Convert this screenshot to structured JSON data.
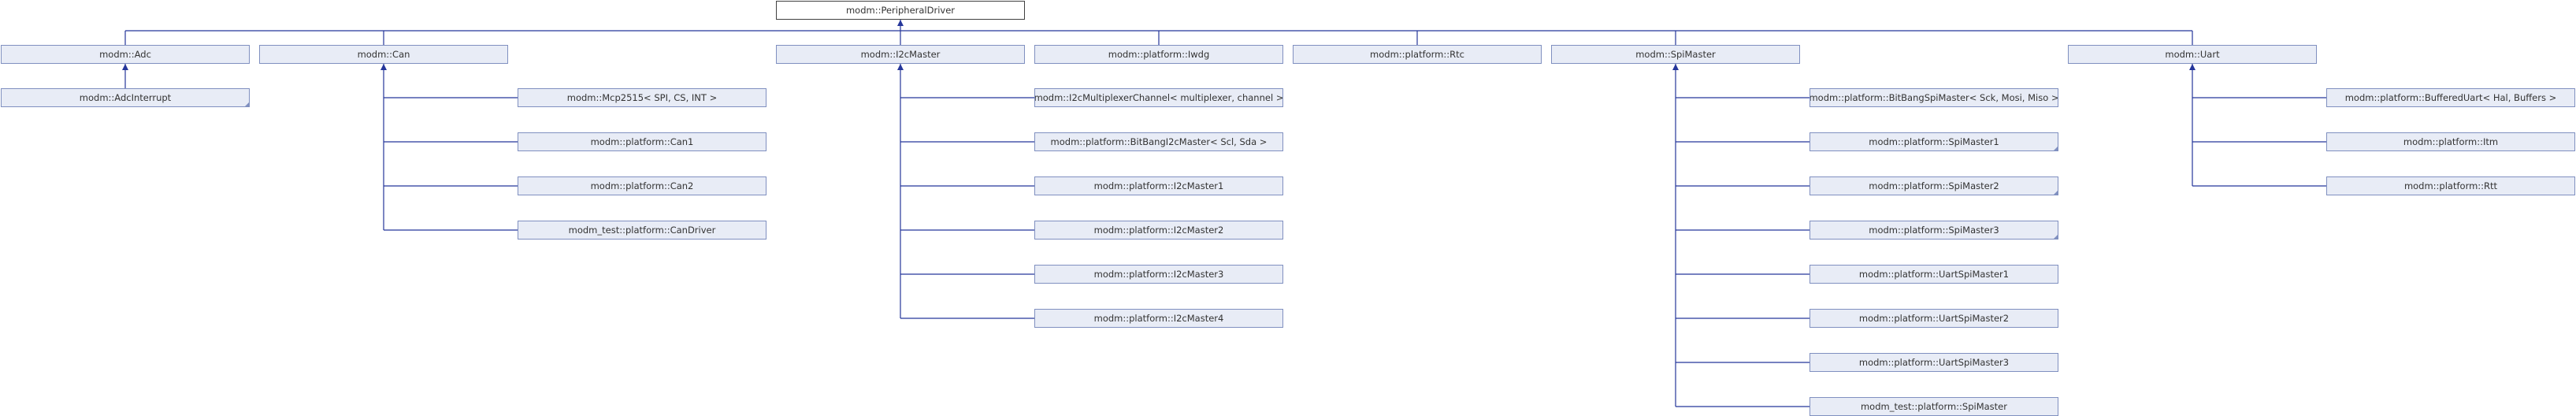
{
  "diagram": {
    "root": {
      "id": "root",
      "label": "modm::PeripheralDriver"
    },
    "nodes": [
      {
        "id": "adc",
        "label": "modm::Adc",
        "parent": "root"
      },
      {
        "id": "adc_int",
        "label": "modm::AdcInterrupt",
        "parent": "adc",
        "truncated": true
      },
      {
        "id": "can",
        "label": "modm::Can",
        "parent": "root"
      },
      {
        "id": "mcp2515",
        "label": "modm::Mcp2515< SPI, CS, INT >",
        "parent": "can"
      },
      {
        "id": "can1",
        "label": "modm::platform::Can1",
        "parent": "can"
      },
      {
        "id": "can2",
        "label": "modm::platform::Can2",
        "parent": "can"
      },
      {
        "id": "candriver",
        "label": "modm_test::platform::CanDriver",
        "parent": "can"
      },
      {
        "id": "i2cmaster",
        "label": "modm::I2cMaster",
        "parent": "root"
      },
      {
        "id": "i2cmux",
        "label": "modm::I2cMultiplexerChannel< multiplexer, channel >",
        "parent": "i2cmaster"
      },
      {
        "id": "bitbangi2c",
        "label": "modm::platform::BitBangI2cMaster< Scl, Sda >",
        "parent": "i2cmaster"
      },
      {
        "id": "i2c1",
        "label": "modm::platform::I2cMaster1",
        "parent": "i2cmaster"
      },
      {
        "id": "i2c2",
        "label": "modm::platform::I2cMaster2",
        "parent": "i2cmaster"
      },
      {
        "id": "i2c3",
        "label": "modm::platform::I2cMaster3",
        "parent": "i2cmaster"
      },
      {
        "id": "i2c4",
        "label": "modm::platform::I2cMaster4",
        "parent": "i2cmaster"
      },
      {
        "id": "iwdg",
        "label": "modm::platform::Iwdg",
        "parent": "root"
      },
      {
        "id": "rtc",
        "label": "modm::platform::Rtc",
        "parent": "root"
      },
      {
        "id": "spimaster",
        "label": "modm::SpiMaster",
        "parent": "root"
      },
      {
        "id": "bitbangspi",
        "label": "modm::platform::BitBangSpiMaster< Sck, Mosi, Miso >",
        "parent": "spimaster"
      },
      {
        "id": "spi1",
        "label": "modm::platform::SpiMaster1",
        "parent": "spimaster",
        "truncated": true
      },
      {
        "id": "spi2",
        "label": "modm::platform::SpiMaster2",
        "parent": "spimaster",
        "truncated": true
      },
      {
        "id": "spi3",
        "label": "modm::platform::SpiMaster3",
        "parent": "spimaster",
        "truncated": true
      },
      {
        "id": "uartspi1",
        "label": "modm::platform::UartSpiMaster1",
        "parent": "spimaster"
      },
      {
        "id": "uartspi2",
        "label": "modm::platform::UartSpiMaster2",
        "parent": "spimaster"
      },
      {
        "id": "uartspi3",
        "label": "modm::platform::UartSpiMaster3",
        "parent": "spimaster"
      },
      {
        "id": "testspi",
        "label": "modm_test::platform::SpiMaster",
        "parent": "spimaster"
      },
      {
        "id": "uart",
        "label": "modm::Uart",
        "parent": "root"
      },
      {
        "id": "buffereduart",
        "label": "modm::platform::BufferedUart< Hal, Buffers >",
        "parent": "uart"
      },
      {
        "id": "itm",
        "label": "modm::platform::Itm",
        "parent": "uart"
      },
      {
        "id": "rtt",
        "label": "modm::platform::Rtt",
        "parent": "uart"
      }
    ],
    "colors": {
      "node_fill": "#e8ecf6",
      "node_border": "#8090c0",
      "root_border": "#404040",
      "edge": "#25369a",
      "text": "#333333"
    }
  }
}
